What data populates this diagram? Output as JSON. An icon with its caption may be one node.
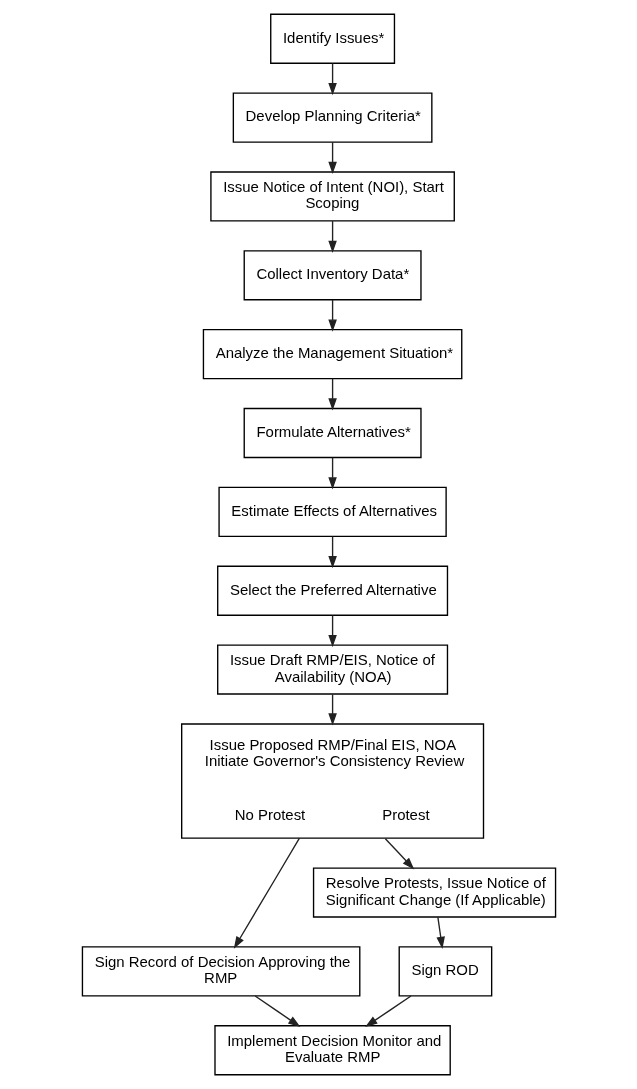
{
  "diagram": {
    "nodes": [
      {
        "text": [
          "Identify Issues*"
        ]
      },
      {
        "text": [
          "Develop Planning Criteria*"
        ]
      },
      {
        "text": [
          "Issue Notice of Intent (NOI), Start Scoping"
        ]
      },
      {
        "text": [
          "Collect Inventory Data*"
        ]
      },
      {
        "text": [
          "Analyze the Management Situation*"
        ]
      },
      {
        "text": [
          "Formulate Alternatives*"
        ]
      },
      {
        "text": [
          "Estimate Effects of Alternatives"
        ]
      },
      {
        "text": [
          "Select the Preferred Alternative"
        ]
      },
      {
        "text": [
          "Issue Draft RMP/EIS, Notice of Availability (NOA)"
        ]
      },
      {
        "text": [
          "Issue Proposed RMP/Final EIS, NOA Initiate Governor's Consistency Review",
          "No Protest",
          "Protest"
        ]
      },
      {
        "text": [
          "Sign Record of Decision Approving the RMP"
        ]
      },
      {
        "text": [
          "Resolve Protests, Issue Notice of Significant Change (If Applicable)"
        ]
      },
      {
        "text": [
          "Sign ROD"
        ]
      },
      {
        "text": [
          "Implement Decision Monitor and Evaluate RMP"
        ]
      }
    ],
    "edges": [
      {
        "from": 0,
        "to": 1,
        "arrow": "to"
      },
      {
        "from": 1,
        "to": 2,
        "arrow": "to"
      },
      {
        "from": 2,
        "to": 3,
        "arrow": "to"
      },
      {
        "from": 3,
        "to": 4,
        "arrow": "to"
      },
      {
        "from": 4,
        "to": 5,
        "arrow": "to"
      },
      {
        "from": 5,
        "to": 6,
        "arrow": "to"
      },
      {
        "from": 6,
        "to": 7,
        "arrow": "to"
      },
      {
        "from": 7,
        "to": 8,
        "arrow": "to"
      },
      {
        "from": 8,
        "to": 9,
        "arrow": "to"
      },
      {
        "from": 9,
        "to": 10,
        "arrow": "to"
      },
      {
        "from": 9,
        "to": 11,
        "arrow": "to"
      },
      {
        "from": 11,
        "to": 12,
        "arrow": "to"
      },
      {
        "from": 10,
        "to": 13,
        "arrow": "to"
      },
      {
        "from": 12,
        "to": 13,
        "arrow": "to"
      }
    ]
  }
}
